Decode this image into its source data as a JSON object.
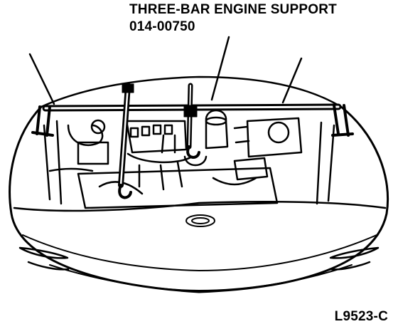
{
  "callout": {
    "title": "THREE-BAR ENGINE SUPPORT",
    "part_number": "014-00750"
  },
  "figure_code": "L9523-C",
  "colors": {
    "ink": "#000000",
    "paper": "#ffffff"
  }
}
